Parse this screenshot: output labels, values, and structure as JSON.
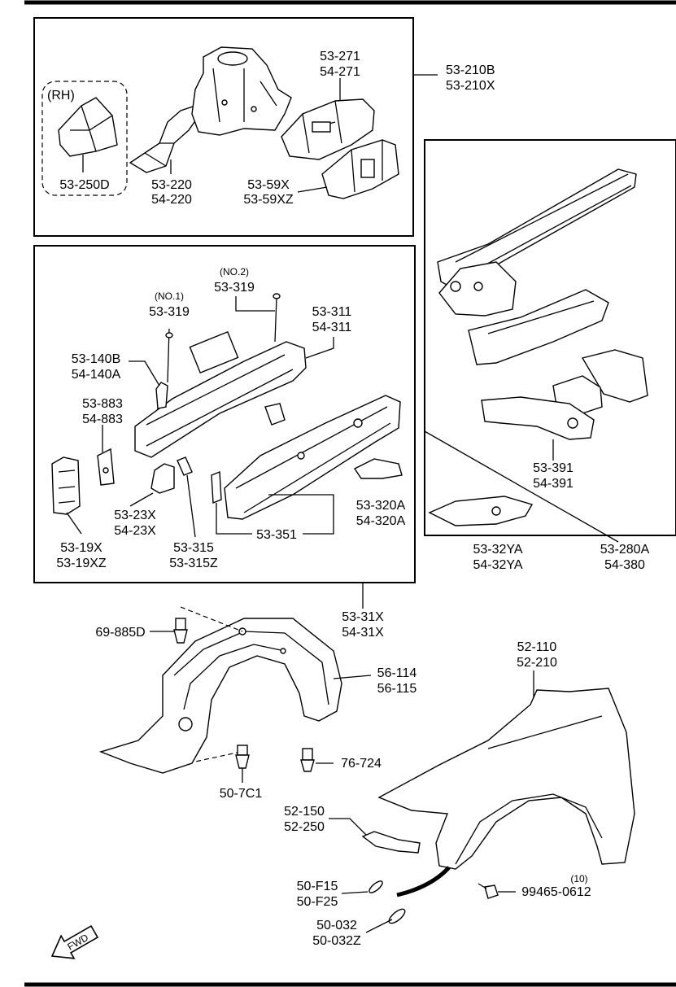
{
  "labels": {
    "rh": "(RH)",
    "p53_250D": "53-250D",
    "p53_220": "53-220",
    "p54_220": "54-220",
    "p53_271": "53-271",
    "p54_271": "54-271",
    "p53_59X": "53-59X",
    "p53_59XZ": "53-59XZ",
    "p53_210B": "53-210B",
    "p53_210X": "53-210X",
    "no2": "(NO.2)",
    "p53_319_no2": "53-319",
    "no1": "(NO.1)",
    "p53_319_no1": "53-319",
    "p53_311": "53-311",
    "p54_311": "54-311",
    "p53_140B": "53-140B",
    "p54_140A": "54-140A",
    "p53_883": "53-883",
    "p54_883": "54-883",
    "p53_23X": "53-23X",
    "p54_23X": "54-23X",
    "p53_19X": "53-19X",
    "p53_19XZ": "53-19XZ",
    "p53_315": "53-315",
    "p53_315Z": "53-315Z",
    "p53_351": "53-351",
    "p53_320A": "53-320A",
    "p54_320A": "54-320A",
    "p53_391": "53-391",
    "p54_391": "54-391",
    "p53_32YA": "53-32YA",
    "p54_32YA": "54-32YA",
    "p53_280A": "53-280A",
    "p54_380": "54-380",
    "p53_31X": "53-31X",
    "p54_31X": "54-31X",
    "p69_885D": "69-885D",
    "p56_114": "56-114",
    "p56_115": "56-115",
    "p52_110": "52-110",
    "p52_210": "52-210",
    "p76_724": "76-724",
    "p50_7C1": "50-7C1",
    "p52_150": "52-150",
    "p52_250": "52-250",
    "p50_F15": "50-F15",
    "p50_F25": "50-F25",
    "qty10": "(10)",
    "p99465": "99465-0612",
    "p50_032": "50-032",
    "p50_032Z": "50-032Z",
    "fwd": "FWD"
  }
}
